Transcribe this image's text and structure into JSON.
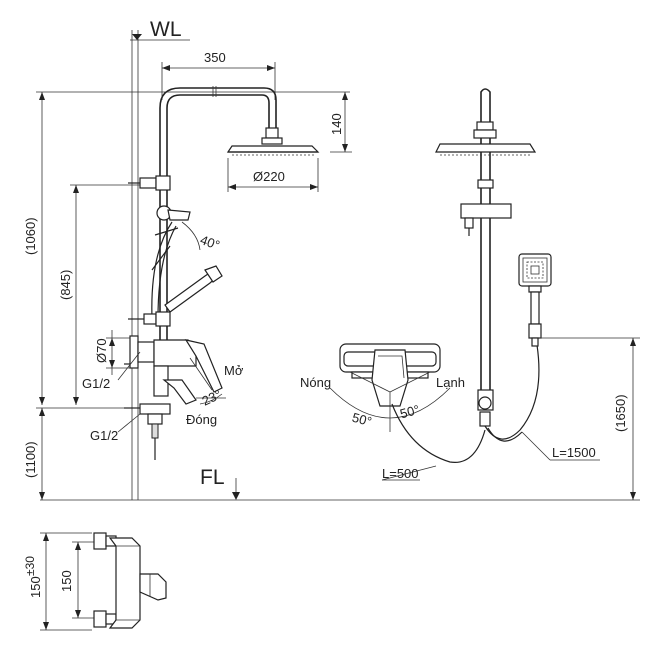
{
  "labels": {
    "wall_line": "WL",
    "floor_line": "FL",
    "arm_reach": "350",
    "head_height": "140",
    "head_diameter": "Ø220",
    "total_height": "(1060)",
    "bar_height": "(845)",
    "mixer_height": "(1100)",
    "outlet_height": "(1650)",
    "pipe_diameter": "Ø70",
    "thread_upper": "G1/2",
    "thread_lower": "G1/2",
    "angle_holder": "40°",
    "angle_lever": "23°",
    "open_label": "Mở",
    "close_label": "Đóng",
    "hot_label": "Nóng",
    "cold_label": "Lạnh",
    "angle_hot": "50°",
    "angle_cold": "50°",
    "hose_short": "L=500",
    "hose_long": "L=1500",
    "tolerance_dim": "150",
    "tolerance_sup": "±30",
    "center_dim": "150"
  },
  "colors": {
    "line": "#222222",
    "background": "#ffffff"
  }
}
